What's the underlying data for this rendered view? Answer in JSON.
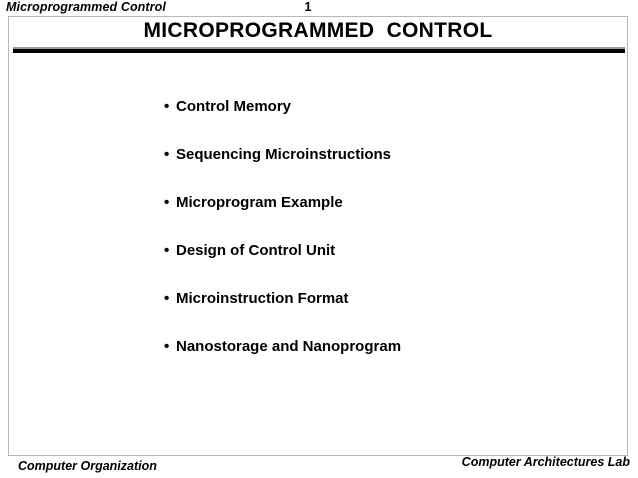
{
  "header": {
    "title": "Microprogrammed Control",
    "page_number": "1"
  },
  "slide": {
    "title": "MICROPROGRAMMED  CONTROL",
    "bullet_glyph": "•",
    "bullets": [
      {
        "label": "Control Memory"
      },
      {
        "label": "Sequencing Microinstructions"
      },
      {
        "label": "Microprogram Example"
      },
      {
        "label": "Design of Control Unit"
      },
      {
        "label": "Microinstruction Format"
      },
      {
        "label": "Nanostorage and Nanoprogram"
      }
    ]
  },
  "footer": {
    "left": "Computer Organization",
    "right": "Computer Architectures Lab"
  },
  "colors": {
    "text": "#000000",
    "background": "#ffffff",
    "frame_border": "#b8b8b8",
    "rule_gray": "#9a9a9a",
    "rule_black": "#000000"
  }
}
